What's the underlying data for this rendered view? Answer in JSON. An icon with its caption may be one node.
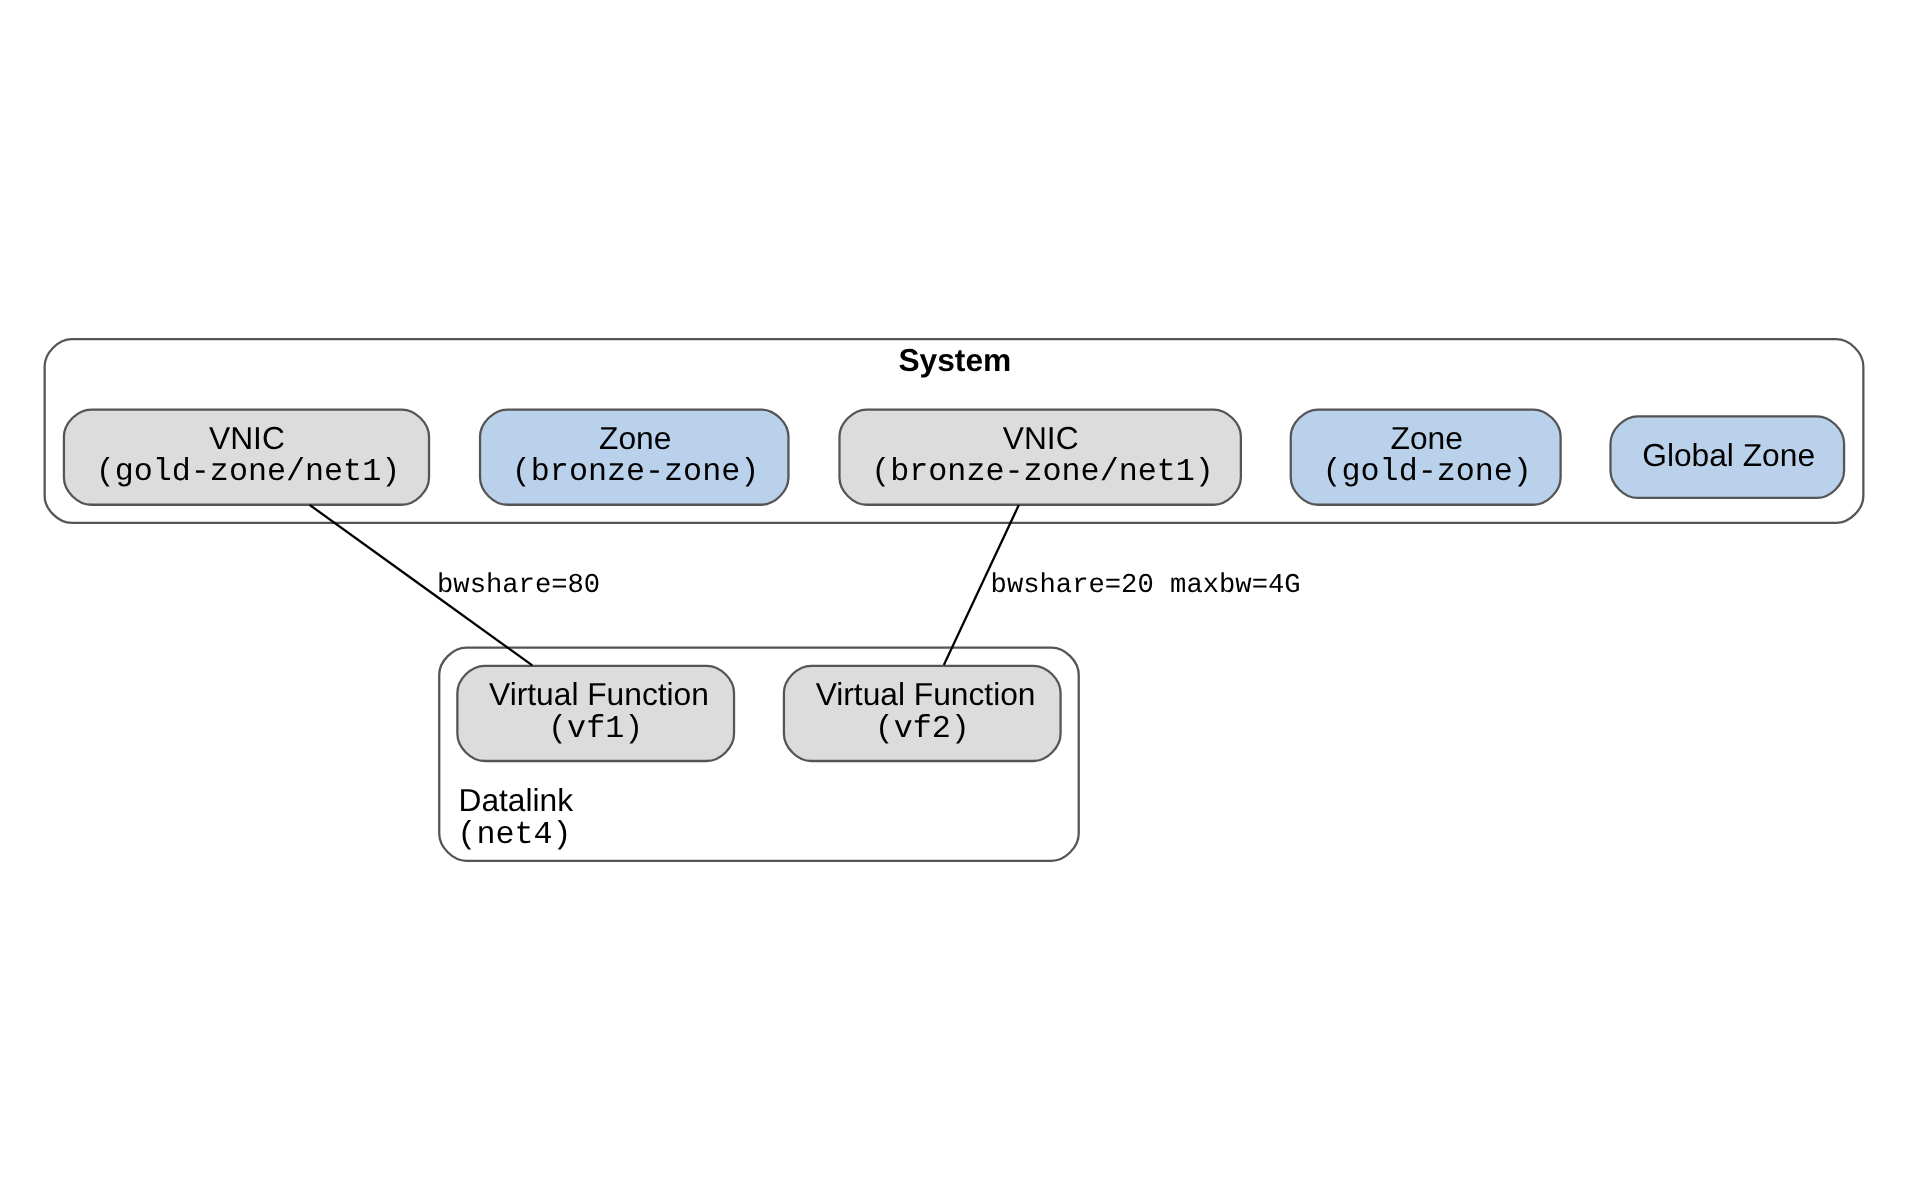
{
  "diagram": {
    "nodes": [
      {
        "text": [
          "System"
        ]
      },
      {
        "text": [
          "Global Zone"
        ],
        "in": 0
      },
      {
        "text": [
          "Zone",
          "(gold-zone)"
        ],
        "in": 0
      },
      {
        "text": [
          "VNIC",
          "(gold-zone/net1)"
        ],
        "in": 0
      },
      {
        "text": [
          "Zone",
          "(bronze-zone)"
        ],
        "in": 0
      },
      {
        "text": [
          "VNIC",
          "(bronze-zone/net1)"
        ],
        "in": 0
      },
      {
        "text": [
          "Datalink",
          "(net4)"
        ]
      },
      {
        "text": [
          "Virtual Function",
          "(vf1)"
        ],
        "in": 6
      },
      {
        "text": [
          "Virtual Function",
          "(vf2)"
        ],
        "in": 6
      }
    ],
    "edges": [
      {
        "from": 3,
        "to": 7,
        "arrow": "none",
        "label": "bwshare=80"
      },
      {
        "from": 5,
        "to": 8,
        "arrow": "none",
        "label": "bwshare=20 maxbw=4G"
      }
    ]
  }
}
